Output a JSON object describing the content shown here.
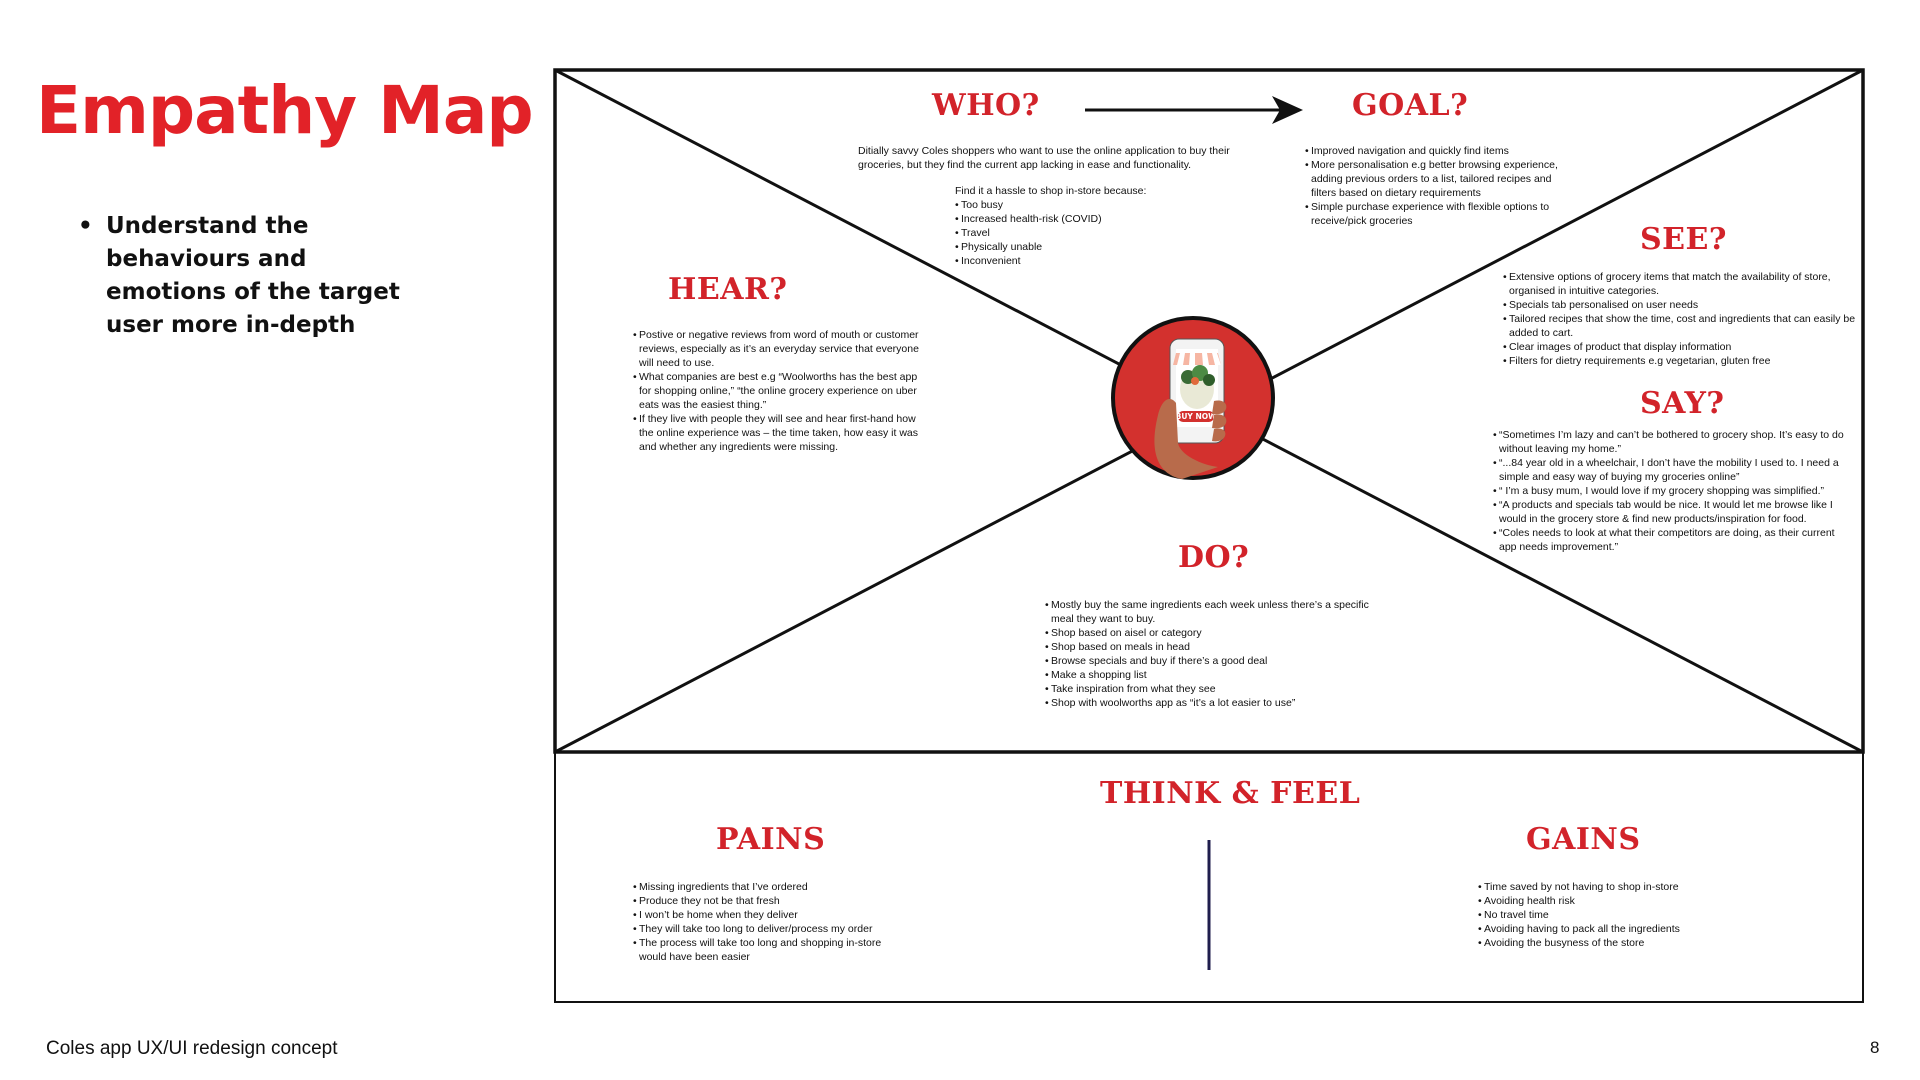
{
  "slide": {
    "title": "Empathy Map",
    "bullets": [
      "Understand the behaviours and emotions of the target user more in-depth"
    ],
    "footer": "Coles app UX/UI redesign concept",
    "page_number": "8"
  },
  "map": {
    "who": {
      "heading": "WHO?",
      "description": "Ditially savvy Coles shoppers who want to use the online application to buy their groceries, but they find the current app lacking in ease and functionality.",
      "hassle_intro": "Find it a hassle to shop in-store because:",
      "hassle_items": [
        "Too busy",
        "Increased health-risk (COVID)",
        "Travel",
        "Physically unable",
        "Inconvenient"
      ]
    },
    "goal": {
      "heading": "GOAL?",
      "items": [
        "Improved navigation and quickly find items",
        "More personalisation e.g better browsing experience, adding previous orders to a list, tailored recipes and filters based on dietary requirements",
        "Simple purchase experience with flexible options to receive/pick groceries"
      ]
    },
    "hear": {
      "heading": "HEAR?",
      "items": [
        "Postive or negative reviews from word of mouth or customer reviews, especially as it’s an everyday service that everyone will need to use.",
        "What companies are best e.g “Woolworths has the best app for shopping online,” “the online grocery experience on uber eats was the easiest thing.”",
        "If they live with people they will see and hear first-hand how the online experience was – the time taken, how easy it was and whether any ingredients were missing."
      ]
    },
    "see": {
      "heading": "SEE?",
      "items": [
        "Extensive options of grocery items that match the availability of store, organised in intuitive categories.",
        "Specials tab personalised on user needs",
        "Tailored recipes that show the time, cost and ingredients that can easily be added to cart.",
        "Clear images of product that display information",
        "Filters for dietry requirements e.g vegetarian, gluten free"
      ]
    },
    "say": {
      "heading": "SAY?",
      "items": [
        "“Sometimes I’m lazy and can’t be bothered to grocery shop. It’s easy to do without leaving my home.”",
        "“...84 year old in a wheelchair, I don’t have the mobility I used to. I need a simple and easy way of buying my groceries online”",
        "“ I’m a busy mum, I would love if my grocery shopping was simplified.”",
        "“A products and specials tab would be nice. It would let me browse like I would in the grocery store & find new products/inspiration for food.",
        "“Coles needs to look at what their competitors are doing, as their current app needs improvement.”"
      ]
    },
    "do": {
      "heading": "DO?",
      "items": [
        "Mostly buy the same ingredients each week unless there’s a specific meal they want to buy.",
        "Shop based on aisel or category",
        "Shop based on meals in head",
        "Browse specials and buy if there’s a good deal",
        "Make a shopping list",
        "Take inspiration from what they see",
        "Shop with woolworths app as “it’s a lot easier to use”"
      ]
    },
    "center_icon": {
      "name": "phone-shopping-icon",
      "button_label": "BUY NOW"
    },
    "think_feel": {
      "heading": "THINK & FEEL",
      "pains": {
        "heading": "PAINS",
        "items": [
          "Missing ingredients that I’ve ordered",
          "Produce they not be that fresh",
          "I won’t be home when they deliver",
          "They will take too long to deliver/process my order",
          "The process will take too long and shopping in-store would have been easier"
        ]
      },
      "gains": {
        "heading": "GAINS",
        "items": [
          "Time saved by not having to shop in-store",
          "Avoiding health risk",
          "No travel time",
          "Avoiding having to pack all the ingredients",
          "Avoiding the busyness of the store"
        ]
      }
    }
  },
  "colors": {
    "accent": "#e22228",
    "heading": "#d2232a",
    "circle": "#d3312e",
    "divider": "#1f1d4d",
    "line": "#111111"
  }
}
